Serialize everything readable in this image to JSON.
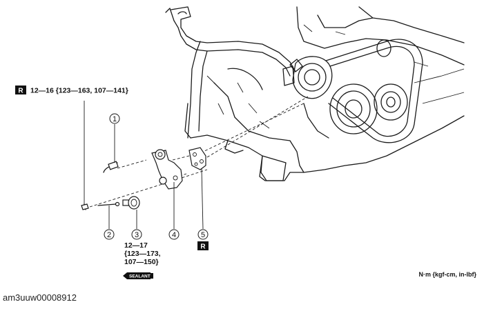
{
  "torque_top": {
    "badge": "R",
    "text": "12—16 {123—163, 107—141}"
  },
  "callouts": [
    "1",
    "2",
    "3",
    "4",
    "5"
  ],
  "torque_bottom": {
    "line1": "12—17",
    "line2": "{123—173,",
    "line3": "107—150}"
  },
  "part5_badge": "R",
  "sealant_label": "SEALANT",
  "units_note": "N·m {kgf-cm, in-lbf}",
  "image_id": "am3uuw00008912"
}
